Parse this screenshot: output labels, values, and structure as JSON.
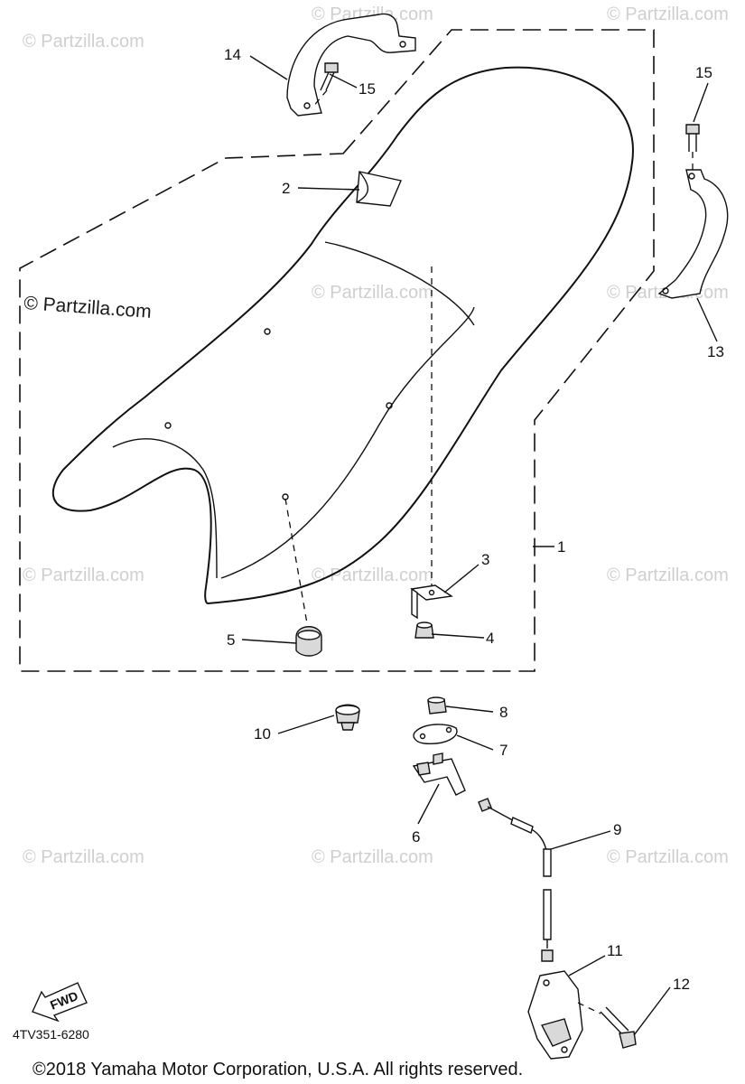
{
  "watermark_text": "© Partzilla.com",
  "part_code": "4TV351-6280",
  "fwd_label": "FWD",
  "copyright": "©2018  Yamaha Motor Corporation, U.S.A. All rights reserved.",
  "callouts": {
    "c1": "1",
    "c2": "2",
    "c3": "3",
    "c4": "4",
    "c5": "5",
    "c6": "6",
    "c7": "7",
    "c8": "8",
    "c9": "9",
    "c10": "10",
    "c11": "11",
    "c12": "12",
    "c13": "13",
    "c14": "14",
    "c15a": "15",
    "c15b": "15"
  }
}
